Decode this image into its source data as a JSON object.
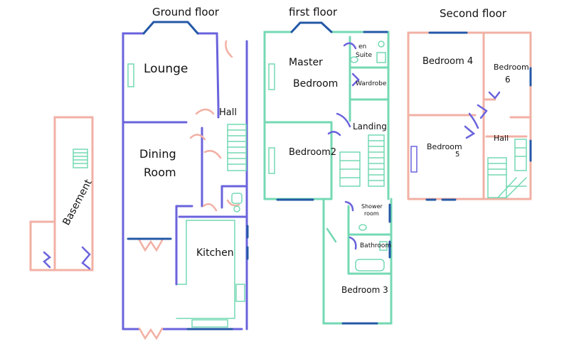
{
  "titles": {
    "ground": "Ground floor",
    "first": "first floor",
    "second": "Second floor"
  },
  "colors": {
    "ground": "#6a63dc",
    "first": "#74d9b4",
    "second": "#f2b0a4",
    "basement": "#f2b0a4",
    "window": "#2458a6",
    "door": "#6a63dc"
  },
  "rooms": {
    "basement": "Basement",
    "lounge": "Lounge",
    "hall_ground": "Hall",
    "dining_line1": "Dining",
    "dining_line2": "Room",
    "kitchen": "Kitchen",
    "master_line1": "Master",
    "master_line2": "Bedroom",
    "ensuite_line1": "en",
    "ensuite_line2": "Suite",
    "wardrobe": "Wardrobe",
    "landing": "Landing",
    "bedroom2": "Bedroom2",
    "shower_line1": "Shower",
    "shower_line2": "room",
    "bathroom": "Bathroom",
    "bedroom3": "Bedroom 3",
    "bedroom4": "Bedroom 4",
    "bedroom6_line1": "Bedroom",
    "bedroom6_line2": "6",
    "bedroom5_line1": "Bedroom",
    "bedroom5_line2": "5",
    "hall_second": "Hall"
  }
}
